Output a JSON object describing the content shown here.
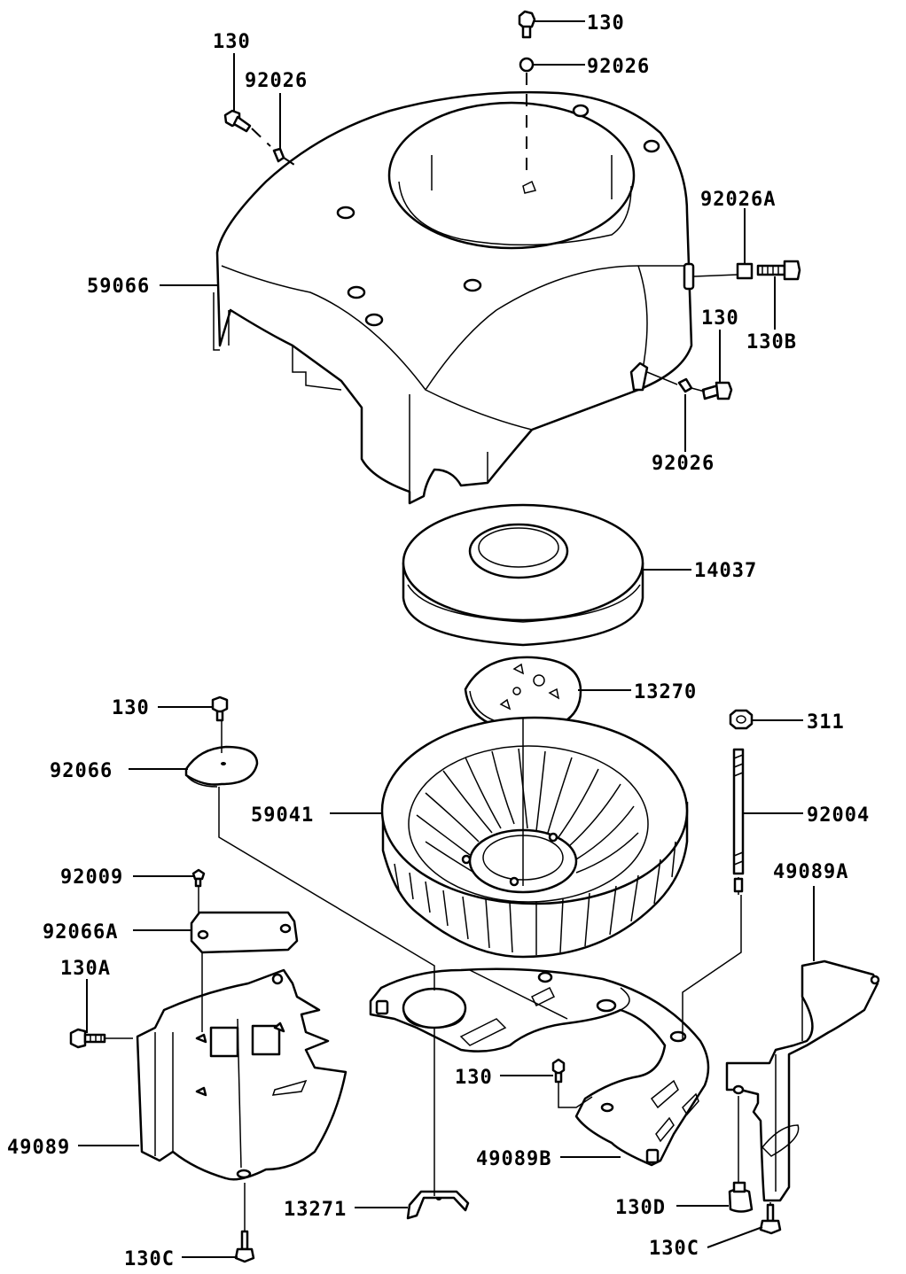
{
  "labels": {
    "l130_top": "130",
    "l92026_top": "92026",
    "l130_tl": "130",
    "l92026_tl": "92026",
    "l92026A": "92026A",
    "l59066": "59066",
    "l130B": "130B",
    "l130_r": "130",
    "l92026_r": "92026",
    "l14037": "14037",
    "l13270": "13270",
    "l130_ml": "130",
    "l311": "311",
    "l92066": "92066",
    "l59041": "59041",
    "l92004": "92004",
    "l92009": "92009",
    "l49089A": "49089A",
    "l92066A": "92066A",
    "l130A": "130A",
    "l130_c": "130",
    "l49089": "49089",
    "l49089B": "49089B",
    "l13271": "13271",
    "l130D": "130D",
    "l130C_l": "130C",
    "l130C_r": "130C"
  }
}
